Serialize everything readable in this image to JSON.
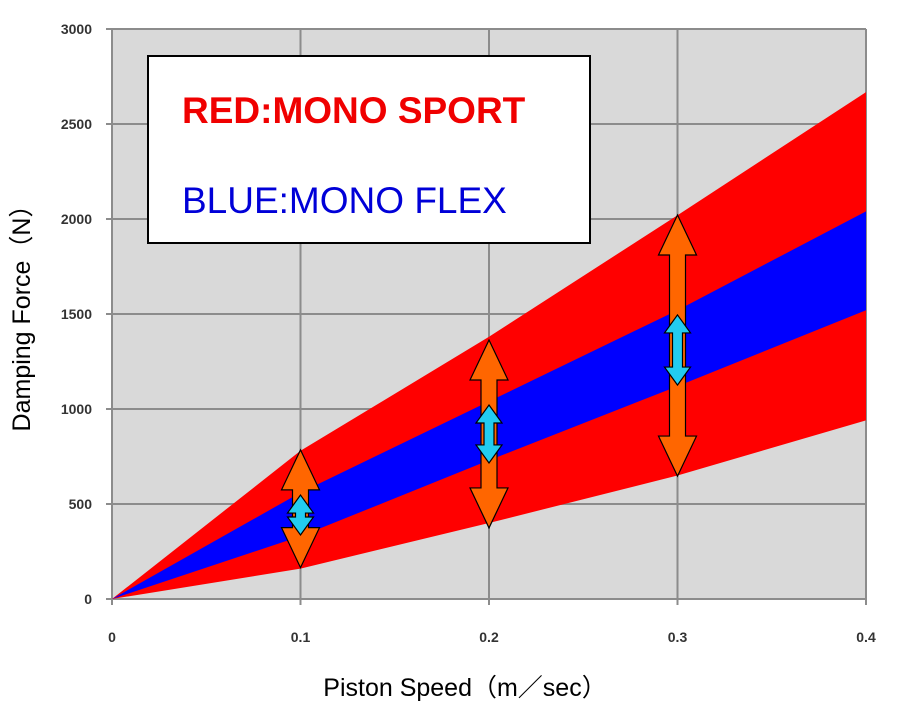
{
  "chart_data": {
    "type": "area",
    "title": "",
    "xlabel": "Piston Speed（m／sec）",
    "ylabel": "Damping Force（N）",
    "xlim": [
      0,
      0.4
    ],
    "ylim": [
      0,
      3000
    ],
    "x_ticks": [
      "0",
      "0.1",
      "0.2",
      "0.3",
      "0.4"
    ],
    "y_ticks": [
      "0",
      "500",
      "1000",
      "1500",
      "2000",
      "2500",
      "3000"
    ],
    "grid": true,
    "legend_placement": "top-left",
    "legend": [
      "RED:MONO SPORT",
      "BLUE:MONO FLEX"
    ],
    "x": [
      0,
      0.1,
      0.2,
      0.3,
      0.4
    ],
    "series": [
      {
        "name": "MONO SPORT",
        "color": "#ff0000",
        "upper": [
          0,
          780,
          1380,
          2020,
          2668
        ],
        "lower": [
          0,
          160,
          400,
          650,
          940
        ]
      },
      {
        "name": "MONO FLEX",
        "color": "#0000ff",
        "upper": [
          0,
          560,
          1040,
          1520,
          2040
        ],
        "lower": [
          0,
          330,
          730,
          1120,
          1520
        ]
      }
    ],
    "annotations": [
      {
        "type": "double-arrow",
        "color": "#ff6600",
        "x": 0.1,
        "from": 165,
        "to": 785
      },
      {
        "type": "double-arrow",
        "color": "#22ccf0",
        "x": 0.1,
        "from": 337,
        "to": 547
      },
      {
        "type": "double-arrow",
        "color": "#ff6600",
        "x": 0.2,
        "from": 374,
        "to": 1363
      },
      {
        "type": "double-arrow",
        "color": "#22ccf0",
        "x": 0.2,
        "from": 716,
        "to": 1021
      },
      {
        "type": "double-arrow",
        "color": "#ff6600",
        "x": 0.3,
        "from": 647,
        "to": 2021
      },
      {
        "type": "double-arrow",
        "color": "#22ccf0",
        "x": 0.3,
        "from": 1126,
        "to": 1495
      }
    ]
  }
}
